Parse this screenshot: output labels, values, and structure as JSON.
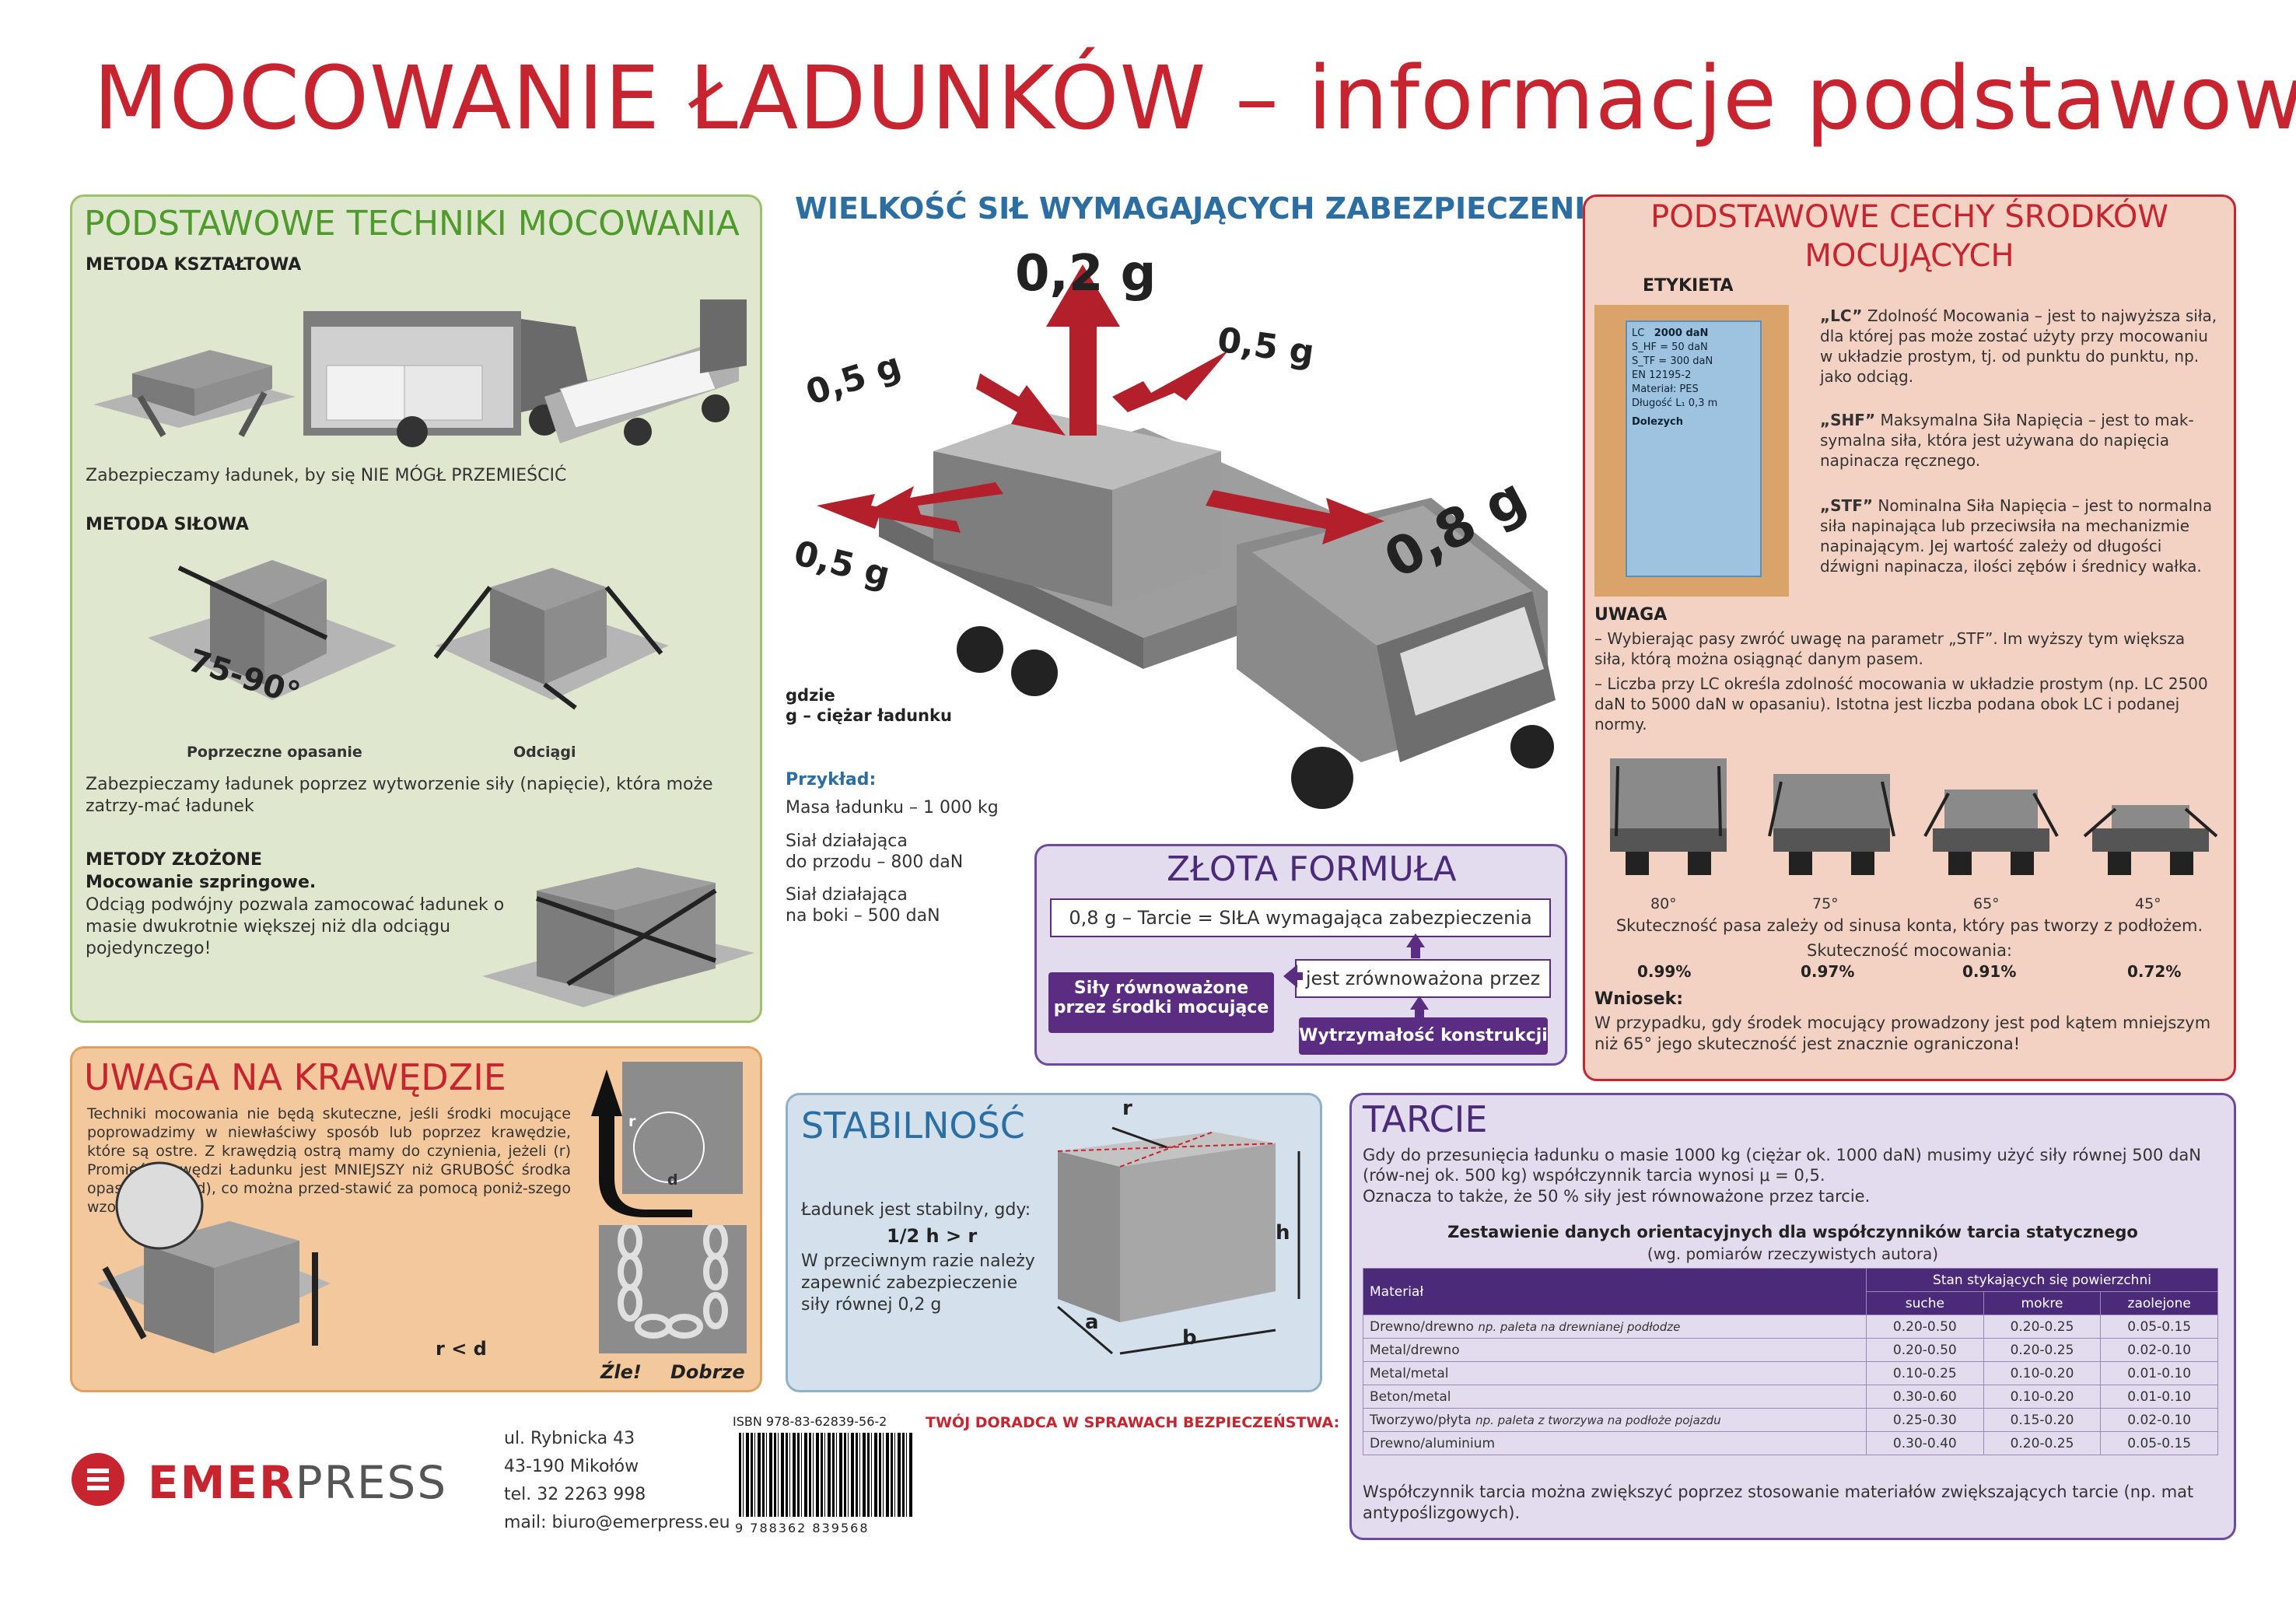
{
  "title": "MOCOWANIE ŁADUNKÓW – informacje podstawowe",
  "techniques": {
    "heading": "PODSTAWOWE TECHNIKI MOCOWANIA",
    "form_method": "METODA KSZTAŁTOWA",
    "form_text": "Zabezpieczamy ładunek, by się NIE MÓGŁ PRZEMIEŚCIĆ",
    "force_method": "METODA SIŁOWA",
    "angle_label": "75-90°",
    "caption_cross": "Poprzeczne opasanie",
    "caption_guys": "Odciągi",
    "force_text": "Zabezpieczamy ładunek poprzez wytworzenie siły (napięcie), która może zatrzy-mać ładunek",
    "complex_method": "METODY ZŁOŻONE",
    "spring_title": "Mocowanie szpringowe.",
    "spring_text": "Odciąg podwójny pozwala zamocować ładunek o masie dwukrotnie większej niż dla odciągu pojedynczego!"
  },
  "edges": {
    "heading": "UWAGA NA KRAWĘDZIE",
    "text_1": "Techniki mocowania nie będą skuteczne, jeśli środki mocujące poprowadzimy w niewłaściwy sposób lub poprzez krawędzie, które są ostre. Z krawędzią ostrą mamy do czynienia, jeżeli (r) Promień Krawędzi Ładunku jest MNIEJSZY niż GRUBOŚĆ środka opasają-cego (d), co można przed-stawić za pomocą poniż-szego wzoru:",
    "formula": "r < d",
    "r_label": "r",
    "d_label": "d",
    "bad": "Źle!",
    "good": "Dobrze"
  },
  "forces": {
    "heading": "WIELKOŚĆ SIŁ WYMAGAJĄCYCH ZABEZPIECZENIA",
    "up": "0,2 g",
    "left_up": "0,5 g",
    "right_up": "0,5 g",
    "left": "0,5 g",
    "front": "0,8 g",
    "where_1": "gdzie",
    "where_2": "g – ciężar ładunku",
    "example_title": "Przykład:",
    "example_mass": "Masa ładunku – 1 000 kg",
    "example_front_1": "Siał działająca",
    "example_front_2": "do przodu – 800 daN",
    "example_side_1": "Siał działająca",
    "example_side_2": "na boki – 500 daN"
  },
  "formula": {
    "heading": "ZŁOTA FORMUŁA",
    "line": "0,8 g – Tarcie = SIŁA wymagająca zabezpieczenia",
    "balanced": "jest zrównoważona przez",
    "left_btn_1": "Siły równoważone",
    "left_btn_2": "przez środki mocujące",
    "right_btn": "Wytrzymałość konstrukcji"
  },
  "stability": {
    "heading": "STABILNOŚĆ",
    "text_1": "Ładunek jest stabilny, gdy:",
    "rule": "1/2 h > r",
    "text_2": "W przeciwnym razie należy zapewnić zabezpieczenie siły równej 0,2 g",
    "r": "r",
    "h": "h",
    "a": "a",
    "b": "b"
  },
  "features": {
    "heading_1": "PODSTAWOWE CECHY ŚRODKÓW",
    "heading_2": "MOCUJĄCYCH",
    "label_caption": "ETYKIETA",
    "label_lc": "LC",
    "label_lc_val": "2000 daN",
    "label_shf": "S_HF = 50 daN",
    "label_stf": "S_TF = 300 daN",
    "label_en": "EN 12195-2",
    "label_mat": "Materiał: PES",
    "label_len": "Długość L₁ 0,3 m",
    "label_brand": "Dolezych",
    "lc_term": "„LC”",
    "lc_text": "Zdolność Mocowania – jest to najwyższa siła, dla której pas może zostać użyty przy mocowaniu w układzie prostym, tj. od punktu do punktu, np. jako odciąg.",
    "shf_term": "„SHF”",
    "shf_text": "Maksymalna Siła Napięcia – jest to mak-symalna siła, która jest używana do napięcia napinacza ręcznego.",
    "stf_term": "„STF”",
    "stf_text": "Nominalna Siła Napięcia – jest to normalna siła napinająca lub przeciwsiła na mechanizmie napinającym. Jej wartość zależy od długości dźwigni napinacza, ilości zębów i średnicy wałka.",
    "note_title": "UWAGA",
    "note_1": "– Wybierając pasy zwróć uwagę na parametr „STF”. Im wyższy tym większa siła, którą można osiągnąć danym pasem.",
    "note_2": "– Liczba przy LC określa zdolność mocowania w układzie prostym (np. LC 2500 daN to 5000 daN w opasaniu). Istotna jest liczba podana obok LC i podanej normy.",
    "angles": [
      "80°",
      "75°",
      "65°",
      "45°"
    ],
    "angle_text": "Skuteczność pasa zależy od sinusa konta, który pas tworzy z podłożem.",
    "eff_title": "Skuteczność mocowania:",
    "eff": [
      "0.99%",
      "0.97%",
      "0.91%",
      "0.72%"
    ],
    "concl_title": "Wniosek:",
    "concl_text": "W przypadku, gdy środek mocujący prowadzony jest pod kątem mniejszym niż 65° jego skuteczność jest znacznie ograniczona!"
  },
  "friction": {
    "heading": "TARCIE",
    "text_1": "Gdy do przesunięcia ładunku o masie 1000 kg (ciężar ok. 1000 daN) musimy użyć siły równej 500 daN (rów-nej ok. 500 kg) współczynnik tarcia wynosi μ = 0,5.",
    "text_2": "Oznacza to także, że 50 % siły jest równoważone przez tarcie.",
    "table_title": "Zestawienie danych orientacyjnych dla współczynników tarcia statycznego",
    "table_sub": "(wg. pomiarów rzeczywistych autora)",
    "col_material": "Materiał",
    "col_group": "Stan stykających się powierzchni",
    "cols": [
      "suche",
      "mokre",
      "zaolejone"
    ],
    "rows": [
      {
        "name": "Drewno/drewno",
        "note": "np. paleta na drewnianej podłodze",
        "v": [
          "0.20-0.50",
          "0.20-0.25",
          "0.05-0.15"
        ]
      },
      {
        "name": "Metal/drewno",
        "note": "",
        "v": [
          "0.20-0.50",
          "0.20-0.25",
          "0.02-0.10"
        ]
      },
      {
        "name": "Metal/metal",
        "note": "",
        "v": [
          "0.10-0.25",
          "0.10-0.20",
          "0.01-0.10"
        ]
      },
      {
        "name": "Beton/metal",
        "note": "",
        "v": [
          "0.30-0.60",
          "0.10-0.20",
          "0.01-0.10"
        ]
      },
      {
        "name": "Tworzywo/płyta",
        "note": "np. paleta z tworzywa na podłoże pojazdu",
        "v": [
          "0.25-0.30",
          "0.15-0.20",
          "0.02-0.10"
        ]
      },
      {
        "name": "Drewno/aluminium",
        "note": "",
        "v": [
          "0.30-0.40",
          "0.20-0.25",
          "0.05-0.15"
        ]
      }
    ],
    "footer": "Współczynnik tarcia można zwiększyć poprzez stosowanie materiałów zwiększających tarcie (np. mat antypoślizgowych)."
  },
  "footer": {
    "brand_a": "EMER",
    "brand_b": "PRESS",
    "addr_1": "ul. Rybnicka 43",
    "addr_2": "43-190 Mikołów",
    "addr_3": "tel. 32 2263 998",
    "addr_4": "mail: biuro@emerpress.eu",
    "isbn": "ISBN  978-83-62839-56-2",
    "barcode_digits": "9 788362 839568",
    "slogan": "TWÓJ DORADCA W SPRAWACH BEZPIECZEŃSTWA:"
  },
  "colors": {
    "red": "#c8242f",
    "green": "#4e9a2b",
    "blue": "#2a6ea3",
    "purple": "#4b2a7a"
  }
}
